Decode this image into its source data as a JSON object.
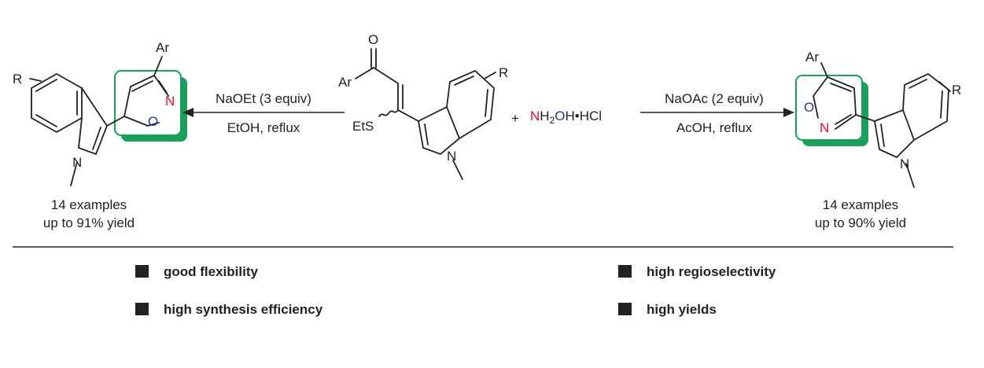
{
  "colors": {
    "highlight": "#1aa05a",
    "nitrogen": "#e0102e",
    "oxygen": "#2a3a8c",
    "ink": "#222222"
  },
  "reagent": {
    "plus": "+",
    "n": "N",
    "h2": "H",
    "sub2": "2",
    "o": "O",
    "rest": "H•HCl"
  },
  "start_material": {
    "ar": "Ar",
    "o": "O",
    "ets": "EtS",
    "r": "R",
    "n": "N"
  },
  "left_product": {
    "conditions_top": "NaOEt (3 equiv)",
    "conditions_bottom": "EtOH, reflux",
    "ar": "Ar",
    "r": "R",
    "n_ring": "N",
    "o_ring": "O",
    "n_indole": "N",
    "examples": "14 examples",
    "yield": "up to 91% yield"
  },
  "right_product": {
    "conditions_top": "NaOAc (2 equiv)",
    "conditions_bottom": "AcOH, reflux",
    "ar": "Ar",
    "r": "R",
    "n_ring": "N",
    "o_ring": "O",
    "n_indole": "N",
    "examples": "14 examples",
    "yield": "up to 90% yield"
  },
  "features": {
    "left": [
      "good flexibility",
      "high synthesis efficiency"
    ],
    "right": [
      "high regioselectivity",
      "high yields"
    ]
  }
}
